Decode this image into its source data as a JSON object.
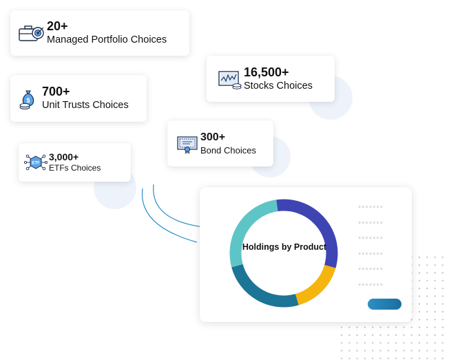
{
  "cards": [
    {
      "id": "portfolio",
      "value": "20+",
      "label": "Managed Portfolio Choices",
      "icon": "briefcase-target-icon"
    },
    {
      "id": "unit-trusts",
      "value": "700+",
      "label": "Unit Trusts Choices",
      "icon": "money-bag-icon"
    },
    {
      "id": "stocks",
      "value": "16,500+",
      "label": "Stocks Choices",
      "icon": "stock-chart-icon"
    },
    {
      "id": "bonds",
      "value": "300+",
      "label": "Bond Choices",
      "icon": "certificate-icon"
    },
    {
      "id": "etfs",
      "value": "3,000+",
      "label": "ETFs Choices",
      "icon": "etf-network-icon"
    }
  ],
  "holdings": {
    "title": "Holdings by Product",
    "masked_rows": [
      "*******",
      "*******",
      "*******",
      "*******",
      "*******",
      "*******"
    ],
    "segment_colors": [
      "#3f44b3",
      "#f6b40f",
      "#1c7496",
      "#5ec5c6"
    ]
  },
  "colors": {
    "accent": "#3f44b3",
    "teal": "#5ec5c6",
    "blue": "#1c7496",
    "yellow": "#f6b40f"
  }
}
